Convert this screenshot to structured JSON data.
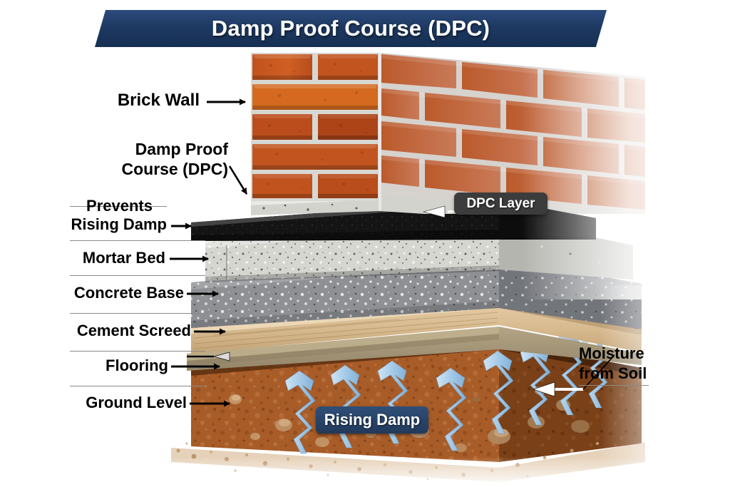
{
  "title": "Damp Proof Course (DPC)",
  "colors": {
    "banner_navy": "#1e3a63",
    "badge_dark": "#3c3c3c",
    "badge_navy": "#2f4f78",
    "brick_orange": "#c8561f",
    "mortar_gray": "#d9d9d4",
    "dpc_black": "#1a1a1a",
    "concrete_gray": "#8e9094",
    "screed_tan": "#d8bb90",
    "flooring_khaki": "#a89878",
    "soil_brown": "#a85c28",
    "arrow_blue": "#a8cce8",
    "label_black": "#000000",
    "separator_gray": "#8a8a8a"
  },
  "left_labels": [
    {
      "id": "brick-wall",
      "text": "Brick Wall",
      "lines": [
        "Brick Wall"
      ]
    },
    {
      "id": "damp-proof-course",
      "text": "Damp Proof Course (DPC)",
      "lines": [
        "Damp Proof",
        "Course (DPC)"
      ]
    },
    {
      "id": "prevents-rising-damp",
      "text": "Prevents Rising Damp",
      "lines": [
        "Prevents",
        "Rising Damp"
      ]
    },
    {
      "id": "mortar-bed",
      "text": "Mortar Bed",
      "lines": [
        "Mortar Bed"
      ]
    },
    {
      "id": "concrete-base",
      "text": "Concrete Base",
      "lines": [
        "Concrete Base"
      ]
    },
    {
      "id": "cement-screed",
      "text": "Cement Screed",
      "lines": [
        "Cement Screed"
      ]
    },
    {
      "id": "flooring",
      "text": "Flooring",
      "lines": [
        "Flooring"
      ]
    },
    {
      "id": "ground-level",
      "text": "Ground Level",
      "lines": [
        "Ground Level"
      ]
    }
  ],
  "labels": {
    "brick_wall": "Brick Wall",
    "dpc_line1": "Damp Proof",
    "dpc_line2": "Course (DPC)",
    "prevents_line1": "Prevents",
    "prevents_line2": "Rising Damp",
    "mortar_bed": "Mortar Bed",
    "concrete_base": "Concrete Base",
    "cement_screed": "Cement Screed",
    "flooring": "Flooring",
    "ground_level": "Ground Level",
    "moisture_line1": "Moisture",
    "moisture_line2": "from Soil"
  },
  "badges": [
    {
      "id": "dpc-layer",
      "text": "DPC Layer",
      "style": "dark"
    },
    {
      "id": "rising-damp",
      "text": "Rising Damp",
      "style": "navy"
    }
  ],
  "badge_dpc_layer": "DPC Layer",
  "badge_rising_damp": "Rising Damp",
  "layers_top_to_bottom": [
    "Brick Wall",
    "DPC Layer",
    "Mortar Bed",
    "Concrete Base",
    "Cement Screed",
    "Flooring",
    "Ground Level / Soil"
  ],
  "annotations": {
    "rising_damp_arrow_count": 6,
    "moisture_arrow_count": 3,
    "arrow_direction": "upward"
  }
}
